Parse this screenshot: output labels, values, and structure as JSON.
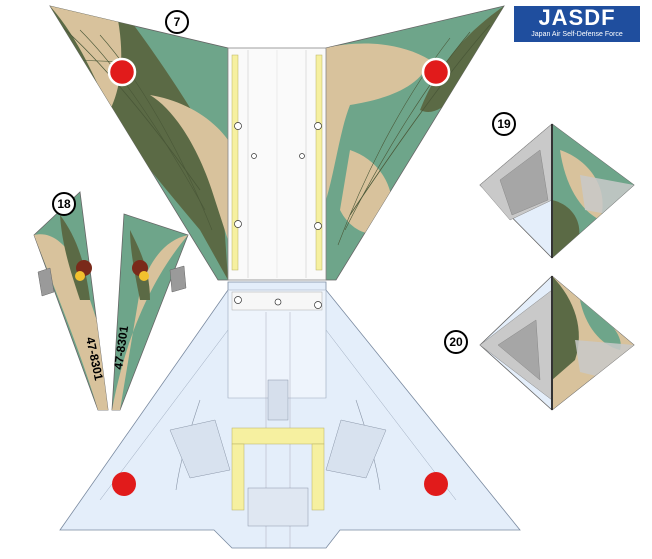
{
  "logo": {
    "title": "JASDF",
    "subtitle": "Japan Air Self-Defense Force"
  },
  "part_numbers": {
    "upper_wing": "7",
    "tail_fins": "18",
    "part_a": "19",
    "part_b": "20"
  },
  "tail_codes": {
    "left": "47-8301",
    "right": "47-8301"
  },
  "colors": {
    "camo_green": "#6e7f52",
    "camo_dark_green": "#5b6a45",
    "camo_tan": "#d8c29c",
    "camo_teal": "#6ea58a",
    "underside_blue": "#e4eefa",
    "panel_grey": "#c9c9c9",
    "hinomaru_red": "#e11b1b",
    "yellow_strip": "#f6f0a0",
    "logo_blue": "#1f4e9e"
  }
}
